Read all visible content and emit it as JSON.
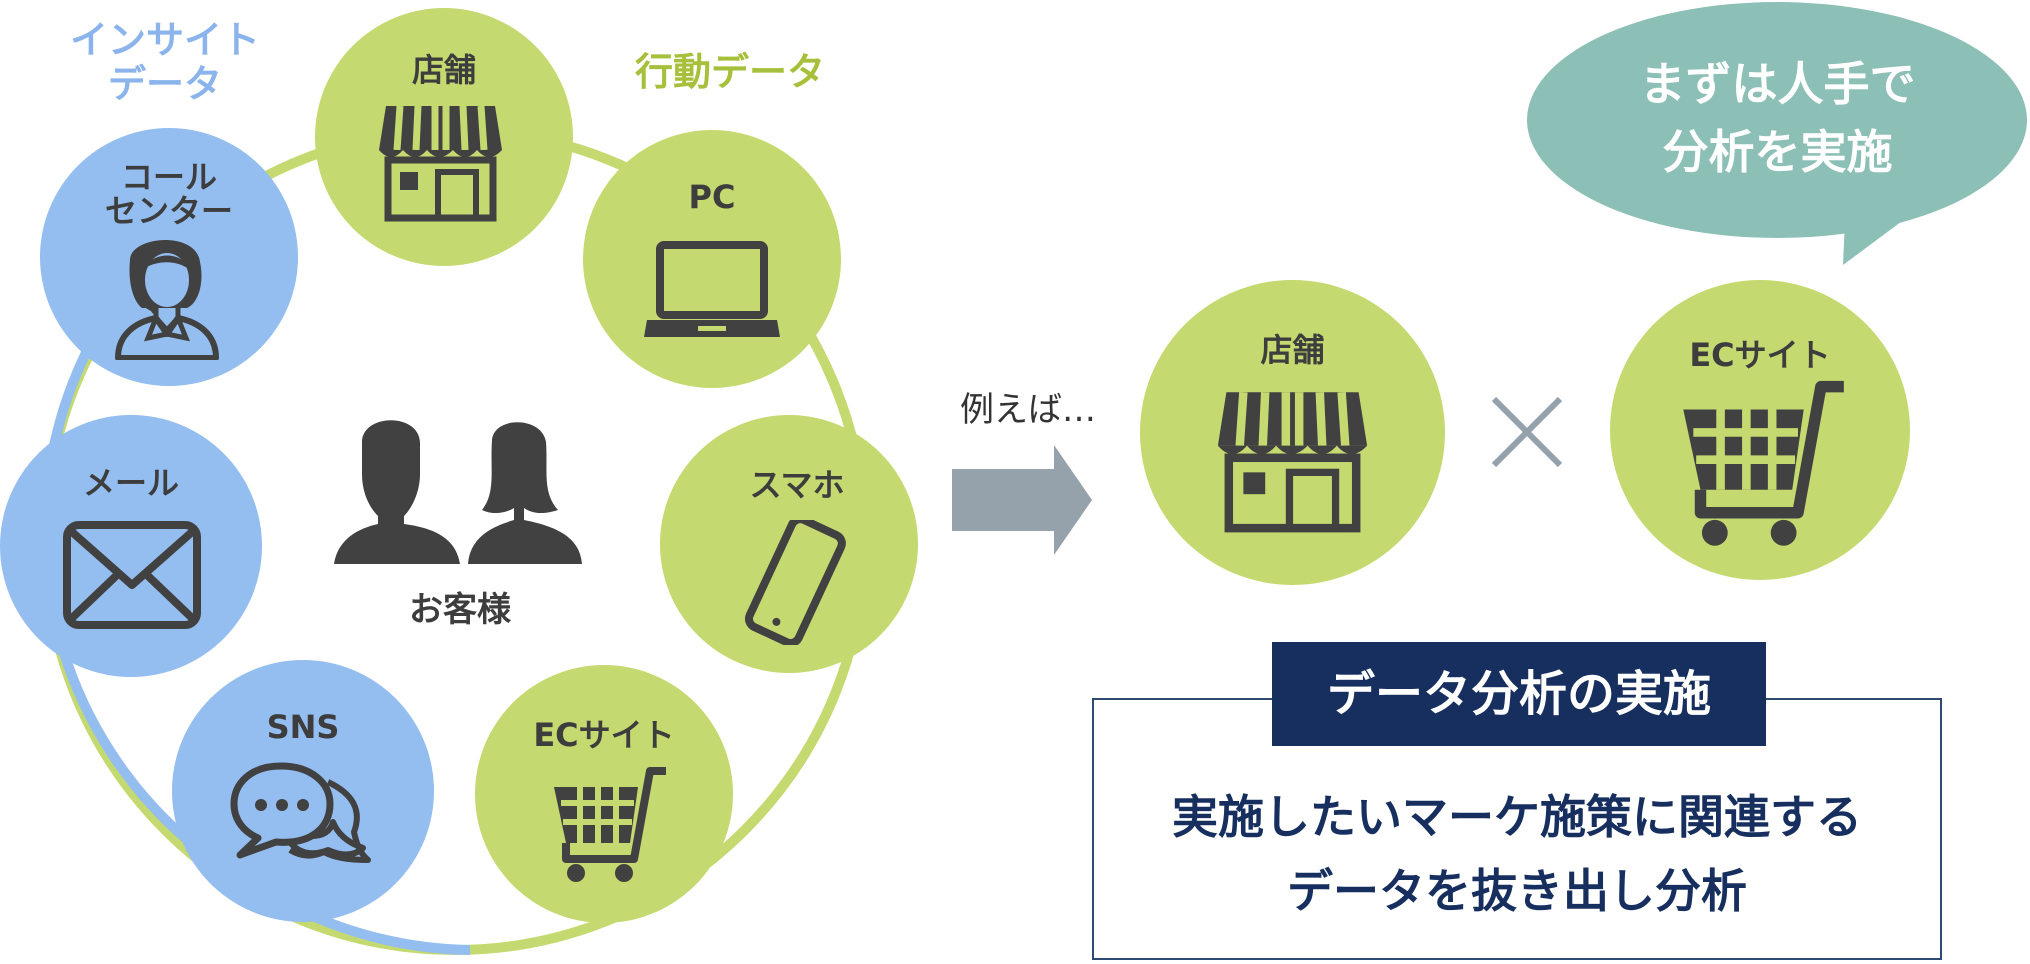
{
  "categories": {
    "insight": "インサイト\nデータ",
    "behavior": "行動データ"
  },
  "customers": {
    "label": "お客様"
  },
  "nodes": {
    "store": "店舗",
    "pc": "PC",
    "smartphone": "スマホ",
    "ec_site": "ECサイト",
    "sns": "SNS",
    "mail": "メール",
    "call_center": "コール\nセンター"
  },
  "example": {
    "label": "例えば…",
    "store": "店舗",
    "ec_site": "ECサイト",
    "times": "×"
  },
  "bubble": {
    "text": "まずは人手で\n分析を実施"
  },
  "box": {
    "title": "データ分析の実施",
    "body": "実施したいマーケ施策に関連する\nデータを抜き出し分析"
  },
  "colors": {
    "green": "#c4d96f",
    "blue": "#94bdf0",
    "teal": "#8cbfb6",
    "navy": "#172f5f",
    "icon": "#414141",
    "arrow": "#95a2ab",
    "insight_text": "#8bb4ec",
    "behavior_text": "#a6c03b"
  }
}
